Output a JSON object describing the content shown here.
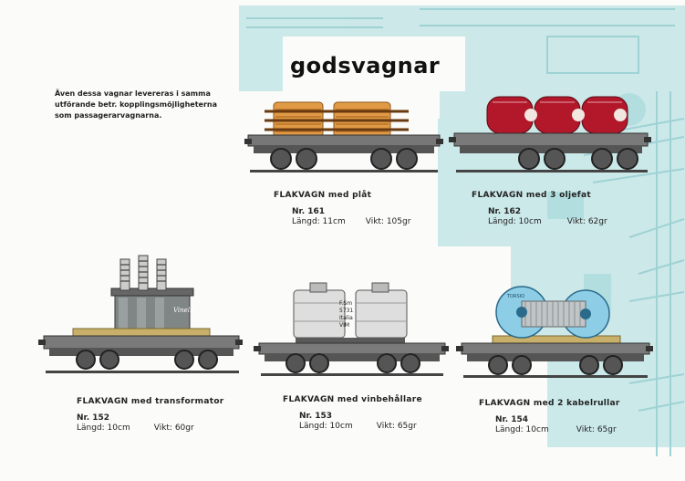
{
  "page": {
    "title": "godsvagnar",
    "intro_lines": [
      "Även dessa vagnar levereras i samma",
      "utförande betr. kopplingsmöjligheterna",
      "som passagerarvagnarna."
    ]
  },
  "items": [
    {
      "name": "FLAKVAGN med plåt",
      "number": "Nr. 161",
      "length": "Längd: 11cm",
      "weight": "Vikt: 105gr",
      "cargo": "copper-sheets"
    },
    {
      "name": "FLAKVAGN med 3 oljefat",
      "number": "Nr. 162",
      "length": "Längd: 10cm",
      "weight": "Vikt: 62gr",
      "cargo": "red-oil-barrels"
    },
    {
      "name": "FLAKVAGN med transformator",
      "number": "Nr. 152",
      "length": "Längd: 10cm",
      "weight": "Vikt: 60gr",
      "cargo": "transformer",
      "label": "Vinella"
    },
    {
      "name": "FLAKVAGN med vinbehållare",
      "number": "Nr. 153",
      "length": "Längd: 10cm",
      "weight": "Vikt: 65gr",
      "cargo": "wine-tanks",
      "label_lines": [
        "F.Sm",
        "5731",
        "Italia",
        "VIM"
      ]
    },
    {
      "name": "FLAKVAGN med 2 kabelrullar",
      "number": "Nr. 154",
      "length": "Längd: 10cm",
      "weight": "Vikt: 65gr",
      "cargo": "cable-drums",
      "drum_label": "TORSIO"
    }
  ],
  "colors": {
    "background_art": "#bfe3e4",
    "wagon_body": "#6f6f6f",
    "copper": "#d9903a",
    "barrel_red": "#b3182a",
    "drum_blue": "#8ecde6"
  }
}
